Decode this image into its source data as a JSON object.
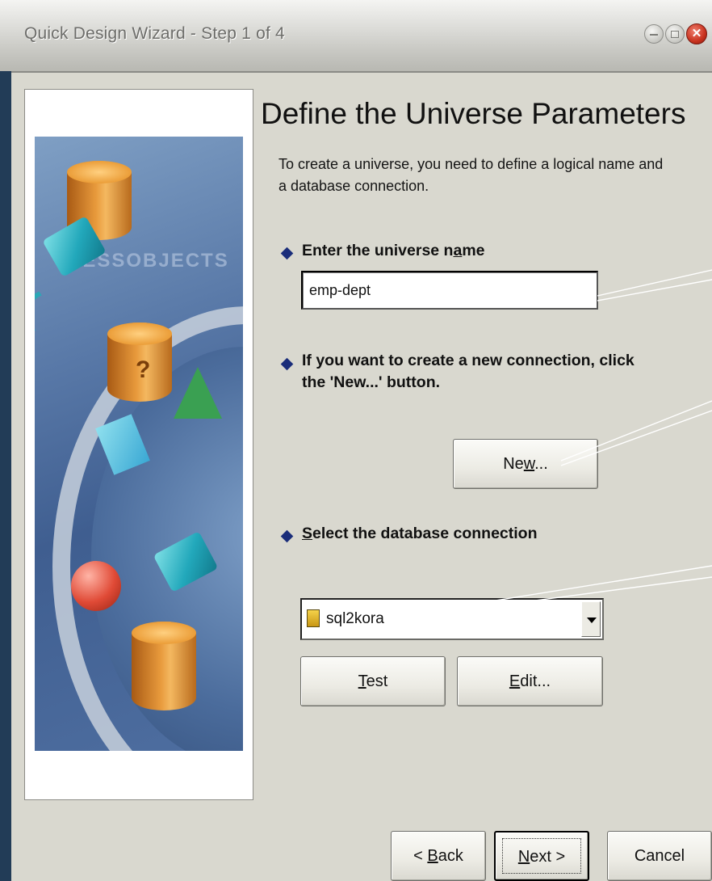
{
  "window": {
    "title": "Quick Design Wizard - Step 1 of 4"
  },
  "illustration": {
    "watermark_text": "NESSOBJECTS",
    "question_mark": "?"
  },
  "content": {
    "heading": "Define the Universe Parameters",
    "intro": "To create a universe, you need to define a logical name and a database connection."
  },
  "universe_name": {
    "label_pre": "Enter the universe n",
    "label_mnemonic": "a",
    "label_post": "me",
    "value": "emp-dept"
  },
  "new_connection": {
    "instruction_line1": "If you want to create a new connection, click",
    "instruction_line2": "the 'New...' button.",
    "button_pre": "Ne",
    "button_mnemonic": "w",
    "button_post": "..."
  },
  "select_connection": {
    "label_mnemonic": "S",
    "label_post": "elect the database connection",
    "selected_value": "sql2kora"
  },
  "buttons": {
    "test_mnemonic": "T",
    "test_post": "est",
    "edit_mnemonic": "E",
    "edit_post": "dit...",
    "back_pre": "< ",
    "back_mnemonic": "B",
    "back_post": "ack",
    "next_mnemonic": "N",
    "next_post": "ext >",
    "cancel": "Cancel"
  },
  "colors": {
    "dialog_background": "#d9d8cf",
    "bullet": "#1a2d7a",
    "close_button": "#c8321e"
  }
}
